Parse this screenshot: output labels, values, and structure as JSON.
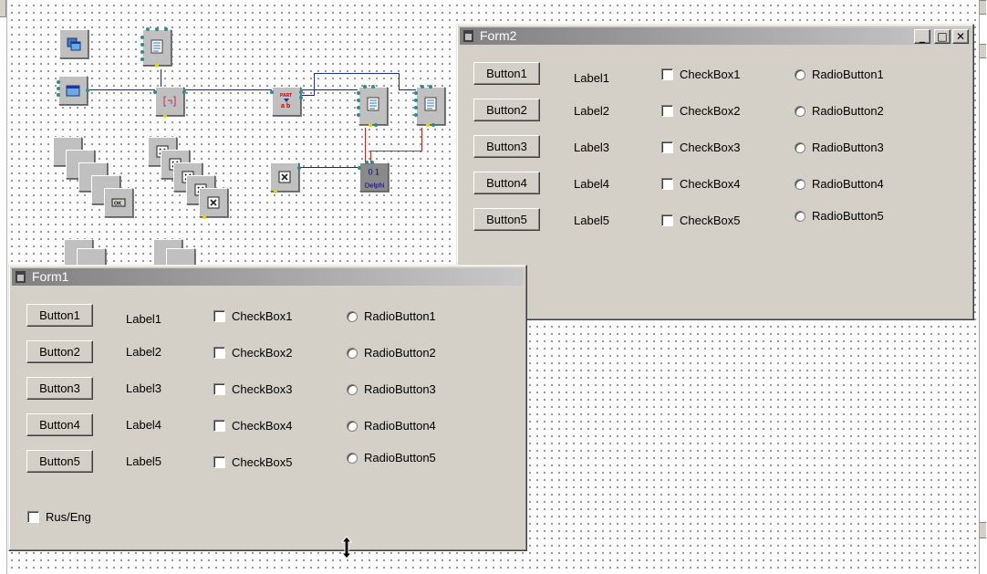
{
  "forms": {
    "form1": {
      "title": "Form1",
      "buttons": [
        "Button1",
        "Button2",
        "Button3",
        "Button4",
        "Button5"
      ],
      "labels": [
        "Label1",
        "Label2",
        "Label3",
        "Label4",
        "Label5"
      ],
      "checkboxes": [
        "CheckBox1",
        "CheckBox2",
        "CheckBox3",
        "CheckBox4",
        "CheckBox5"
      ],
      "radios": [
        "RadioButton1",
        "RadioButton2",
        "RadioButton3",
        "RadioButton4",
        "RadioButton5"
      ],
      "lang_checkbox": "Rus/Eng"
    },
    "form2": {
      "title": "Form2",
      "buttons": [
        "Button1",
        "Button2",
        "Button3",
        "Button4",
        "Button5"
      ],
      "labels": [
        "Label1",
        "Label2",
        "Label3",
        "Label4",
        "Label5"
      ],
      "checkboxes": [
        "CheckBox1",
        "CheckBox2",
        "CheckBox3",
        "CheckBox4",
        "CheckBox5"
      ],
      "radios": [
        "RadioButton1",
        "RadioButton2",
        "RadioButton3",
        "RadioButton4",
        "RadioButton5"
      ],
      "title_buttons": {
        "minimize": "_",
        "maximize": "□",
        "close": "✕"
      }
    }
  },
  "schematic": {
    "part_label_top": "PART",
    "part_label_bottom": "a b",
    "delphi_label": "Delphi",
    "delphi_bits": "0 1",
    "ok_label": "OK"
  },
  "icons": {
    "form-window-icon": "window",
    "memo-icon": "document-lines",
    "splitter-icon": "split-arrow",
    "delphi-icon": "delphi-script",
    "button-comp-icon": "button",
    "checkbox-comp-icon": "checkbox-x",
    "resize-cursor-icon": "vertical-resize-arrow"
  },
  "colors": {
    "desktop_bg": "#ffffff",
    "window_face": "#d4d0c8",
    "title_inactive_start": "#808080",
    "title_inactive_end": "#c8c8c8",
    "wire_dark": "#1c2a5c",
    "wire_red": "#cc2222",
    "pin_teal": "#2a8c8c",
    "pin_yellow": "#e6d800"
  }
}
